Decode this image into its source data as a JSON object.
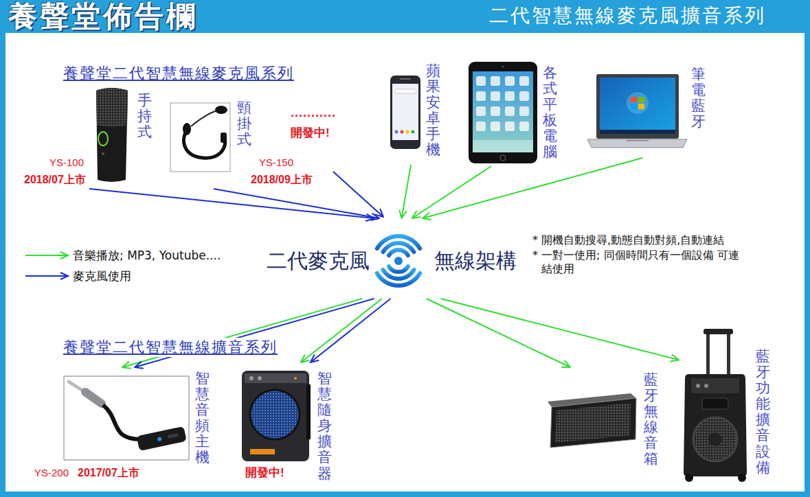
{
  "diagram": {
    "title": "養聲堂佈告欄",
    "nodes": [
      {
        "text": [
          "手持式",
          "YS-100",
          "2018/07上市"
        ]
      },
      {
        "text": [
          "頸掛式",
          "YS-150",
          "2018/09上市"
        ]
      },
      {
        "text": [
          "蘋果安卓手機"
        ]
      },
      {
        "text": [
          "各式平板電腦"
        ]
      },
      {
        "text": [
          "筆電藍牙"
        ]
      },
      {
        "text": [
          "二代麥克風",
          "無線架構"
        ]
      },
      {
        "text": [
          "智慧音頻主機",
          "YS-200",
          "2017/07上市"
        ]
      },
      {
        "text": [
          "智慧隨身擴音器",
          "開發中!"
        ]
      },
      {
        "text": [
          "藍牙無線音箱"
        ]
      },
      {
        "text": [
          "藍牙功能擴音設備"
        ]
      }
    ],
    "edges": [
      {
        "from": 0,
        "to": 5,
        "arrow": "to"
      },
      {
        "from": 1,
        "to": 5,
        "arrow": "to"
      },
      {
        "from": 2,
        "to": 5,
        "arrow": "to"
      },
      {
        "from": 3,
        "to": 5,
        "arrow": "to"
      },
      {
        "from": 4,
        "to": 5,
        "arrow": "to"
      },
      {
        "from": 5,
        "to": 6,
        "arrow": "to"
      },
      {
        "from": 5,
        "to": 6,
        "arrow": "to"
      },
      {
        "from": 5,
        "to": 7,
        "arrow": "to"
      },
      {
        "from": 5,
        "to": 7,
        "arrow": "to"
      },
      {
        "from": 5,
        "to": 8,
        "arrow": "to"
      },
      {
        "from": 5,
        "to": 9,
        "arrow": "to"
      }
    ],
    "labels": [
      "二代智慧無線麥克風擴音系列",
      "養聲堂二代智慧無線麥克風系列",
      "...........",
      "開發中!",
      "* 開機自動搜尋,動態自動對頻,自動連結",
      "* 一對一使用; 同個時間只有一個設備 可連結使用",
      "養聲堂二代智慧無線擴音系列"
    ],
    "legend": [
      {
        "text": "音樂播放; MP3, Youtube....",
        "color": "#33dd33"
      },
      {
        "text": "麥克風使用",
        "color": "#1c2fd2"
      }
    ]
  }
}
